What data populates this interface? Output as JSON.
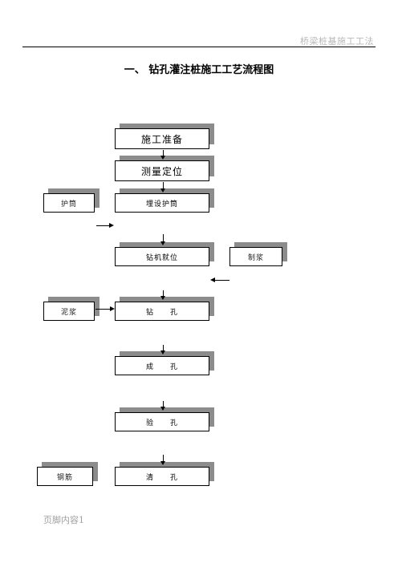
{
  "header": {
    "text": "桥梁桩基施工工法"
  },
  "title": "一、 钻孔灌注桩施工工艺流程图",
  "flow": {
    "prep": "施工准备",
    "survey": "测量定位",
    "casing_make": "护筒",
    "casing_bury": "埋设护筒",
    "rig_position": "钻机就位",
    "mud_make": "制浆",
    "mud_pit": "泥浆",
    "drill": "钻　　孔",
    "form_hole": "成　　孔",
    "check_hole": "验　　孔",
    "rebar": "钢筋",
    "clean_hole": "清　　孔"
  },
  "footer": {
    "text": "页脚内容1"
  }
}
